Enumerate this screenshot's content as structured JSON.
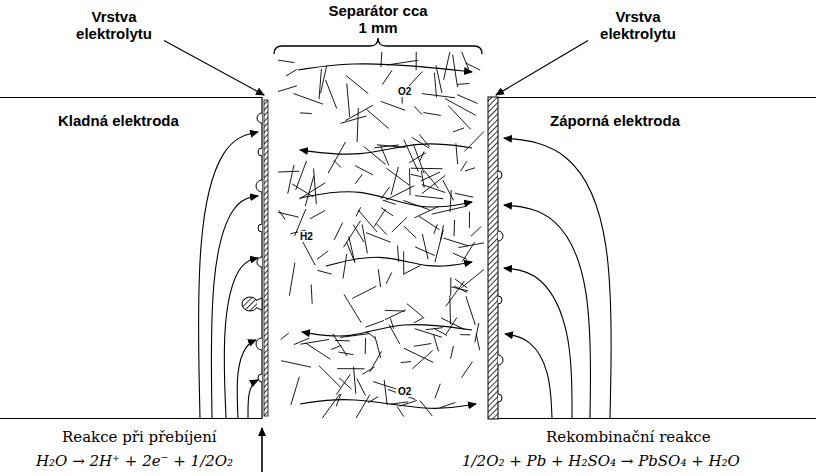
{
  "diagram": {
    "nodes": [
      {
        "text": [
          "Kladná elektroda"
        ]
      },
      {
        "text": [
          "Separátor cca 1 mm",
          "O2",
          "H2",
          "O2"
        ]
      },
      {
        "text": [
          "Záporná elektroda"
        ]
      }
    ],
    "labels": [
      "Vrstva elektrolytu",
      "Vrstva elektrolytu",
      "Reakce při přebíjení",
      "H₂O → 2H⁺ + 2e⁻ + 1/2O₂",
      "Rekombinační reakce",
      "1/2O₂ + Pb + H₂SO₄ → PbSO₄ + H₂O"
    ]
  }
}
